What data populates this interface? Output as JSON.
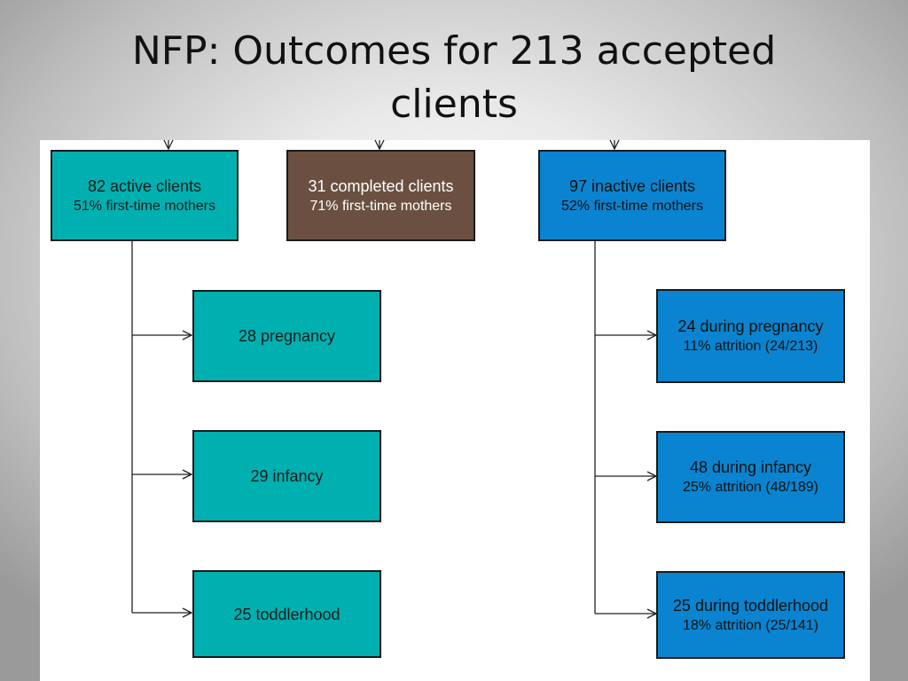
{
  "title": {
    "line1": "NFP: Outcomes for 213 accepted",
    "line2": "clients"
  },
  "colors": {
    "active": "#00b0b0",
    "completed": "#6b5041",
    "inactive": "#0a84d0"
  },
  "top_boxes": {
    "active": {
      "main": "82 active clients",
      "sub": "51% first-time mothers"
    },
    "completed": {
      "main": "31 completed clients",
      "sub": "71% first-time mothers"
    },
    "inactive": {
      "main": "97 inactive clients",
      "sub": "52% first-time mothers"
    }
  },
  "active_children": [
    {
      "main": "28 pregnancy"
    },
    {
      "main": "29 infancy"
    },
    {
      "main": "25 toddlerhood"
    }
  ],
  "inactive_children": [
    {
      "main": "24 during pregnancy",
      "sub": "11% attrition (24/213)"
    },
    {
      "main": "48 during infancy",
      "sub": "25% attrition (48/189)"
    },
    {
      "main": "25 during toddlerhood",
      "sub": "18% attrition (25/141)"
    }
  ]
}
